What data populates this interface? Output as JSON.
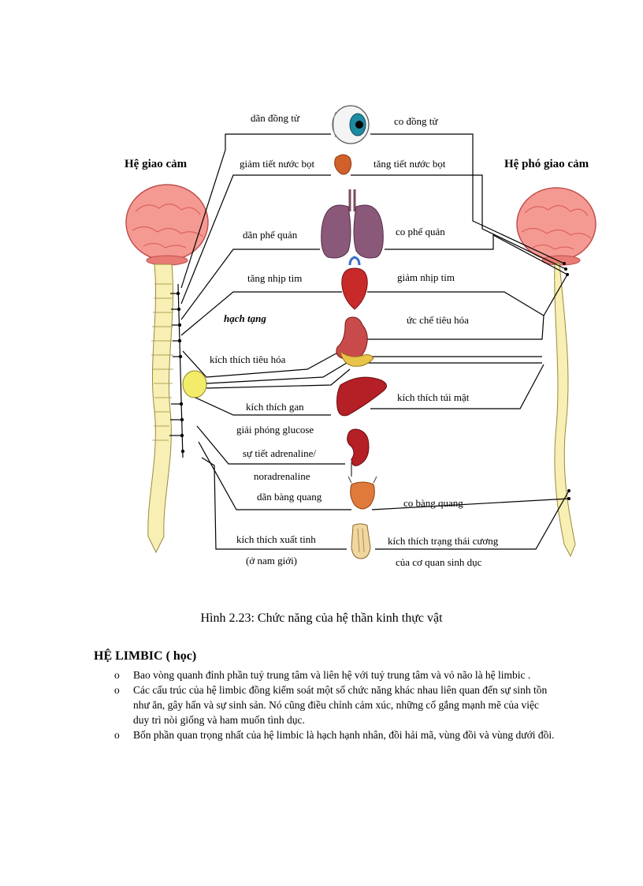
{
  "diagram": {
    "left_title": "Hệ giao cảm",
    "right_title": "Hệ phó giao cảm",
    "ganglion_label": "hạch tạng",
    "organs": [
      {
        "name": "eye",
        "left_label": "dãn đồng tử",
        "right_label": "co đồng tử"
      },
      {
        "name": "salivary",
        "left_label": "giảm tiết nước bọt",
        "right_label": "tăng tiết nước bọt"
      },
      {
        "name": "lungs",
        "left_label": "dãn phế quản",
        "right_label": "co phế quản"
      },
      {
        "name": "heart",
        "left_label": "tăng nhịp tim",
        "right_label": "giảm nhịp tim"
      },
      {
        "name": "stomach",
        "left_label": "kích thích tiêu hóa",
        "right_label": "ức chế tiêu hóa"
      },
      {
        "name": "liver",
        "left_label_1": "kích thích gan",
        "left_label_2": "giải phóng glucose",
        "right_label": "kích thích túi mật"
      },
      {
        "name": "kidney",
        "left_label_1": "sự tiết adrenaline/",
        "left_label_2": "noradrenaline"
      },
      {
        "name": "bladder",
        "left_label": "dãn bàng quang",
        "right_label": "co bàng quang"
      },
      {
        "name": "genitals",
        "left_label_1": "kích thích xuất tinh",
        "left_label_2": "(ở nam giới)",
        "right_label_1": "kích thích trạng thái cương",
        "right_label_2": "của cơ quan sinh dục"
      }
    ]
  },
  "caption": "Hình 2.23:  Chức năng của hệ thần kinh thực vật",
  "section": {
    "title": "HỆ LIMBIC ( học)",
    "bullet_symbol": "o",
    "items": [
      "Bao vòng quanh đỉnh phần tuỷ trung tâm và liên hệ với tuỷ trung tâm và vỏ não là hệ limbic .",
      "Các cấu trúc của hệ limbic đồng kiểm soát một số chức năng khác nhau liên quan đến sự sinh tồn như ăn, gây hấn và sự sinh sản. Nó cũng điều chỉnh cảm xúc, những cố gắng mạnh mẽ của việc duy trì nòi giống và ham muốn tình dục.",
      "Bốn phần quan trọng nhất của hệ limbic là hạch hạnh nhân, đồi hải mã, vùng đồi và vùng dưới đồi."
    ]
  }
}
